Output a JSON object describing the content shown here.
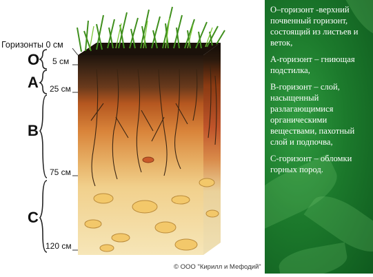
{
  "diagram": {
    "header_label": "Горизонты 0 см",
    "horizons": [
      {
        "letter": "O",
        "depth_label": "5 см"
      },
      {
        "letter": "A",
        "depth_label": "25 см"
      },
      {
        "letter": "B",
        "depth_label": "75 см"
      },
      {
        "letter": "C",
        "depth_label": "120 см"
      }
    ],
    "copyright": "© ООО \"Кирилл и Мефодий\""
  },
  "panel": {
    "paragraphs": [
      "О–горизонт -верхний почвенный горизонт, состоящий из листьев и веток,",
      "А-горизонт – гниющая подстилка,",
      "В-горизонт – слой, насыщенный разлагающимися органическими веществами, пахотный слой и подпочва,",
      "С-горизонт – обломки горных пород."
    ]
  },
  "colors": {
    "panel_green": "#1c7a2c",
    "humus": "#2a1a0f",
    "topsoil": "#c96a2a",
    "subsoil": "#e9b86a",
    "bedrock": "#f3e3b4"
  }
}
